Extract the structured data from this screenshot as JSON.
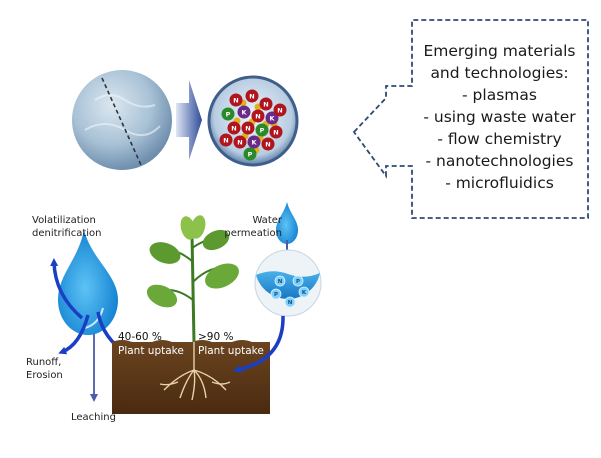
{
  "callout": {
    "title_line1": "Emerging materials",
    "title_line2": "and technologies:",
    "items": [
      "- plasmas",
      "- using waste water",
      "- flow chemistry",
      "- nanotechnologies",
      "- microfluidics"
    ]
  },
  "top_process": {
    "input_sphere": "water-sphere",
    "arrow": "process-arrow",
    "output_sphere": "nutrient-capsule",
    "nutrient_letters": [
      "N",
      "P",
      "K"
    ]
  },
  "bottom_diagram": {
    "losses": {
      "volatilization": "Volatilization",
      "denitrification": "denitrification",
      "runoff": "Runoff,",
      "erosion": "Erosion",
      "leaching": "Leaching"
    },
    "water_permeation_line1": "Water",
    "water_permeation_line2": "permeation",
    "left_uptake_percent": "40-60 %",
    "left_uptake_label": "Plant uptake",
    "right_uptake_percent": ">90 %",
    "right_uptake_label": "Plant uptake",
    "capsule_nutrients": [
      "N",
      "P",
      "P",
      "K",
      "N"
    ]
  },
  "colors": {
    "dashed_border": "#2e4a72",
    "arrow_blue": "#1a3fc4",
    "water_blue": "#1e9be0",
    "soil_brown": "#5a3616",
    "leaf_green": "#5a9e2c",
    "n_red": "#b0141c",
    "p_green": "#2a8a2a",
    "k_purple": "#6a2a8a"
  }
}
